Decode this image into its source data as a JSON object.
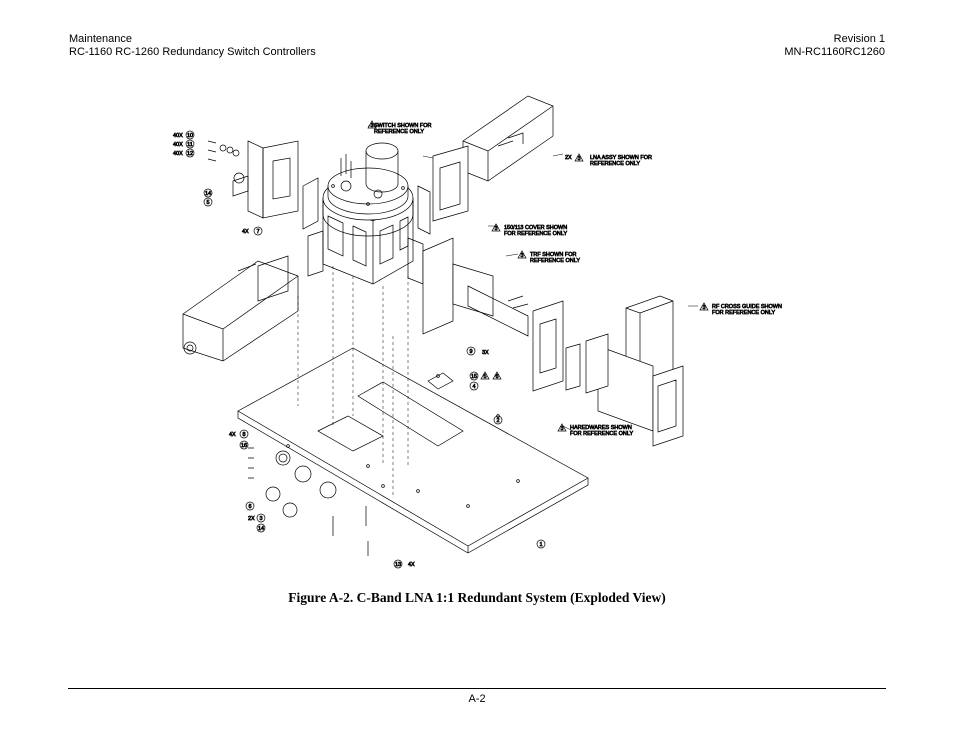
{
  "header": {
    "left_line1": "Maintenance",
    "left_line2": "RC-1160 RC-1260 Redundancy Switch Controllers",
    "right_line1": "Revision 1",
    "right_line2": "MN-RC1160RC1260"
  },
  "figure": {
    "callouts": {
      "switch": "SWITCH SHOWN FOR",
      "switch2": "REFERENCE ONLY",
      "lna": "LNA ASSY SHOWN FOR",
      "lna2": "REFERENCE ONLY",
      "cover": "150/113 COVER SHOWN",
      "cover2": "FOR REFERENCE ONLY",
      "trf": "TRF SHOWN FOR",
      "trf2": "REFERENCE ONLY",
      "rfcross": "RF CROSS GUIDE SHOWN",
      "rfcross2": "FOR REFERENCE ONLY",
      "hardware": "HAREDWARES SHOWN",
      "hardware2": "FOR REFERENCE ONLY"
    },
    "qty": {
      "q40a": "40X",
      "q40b": "40X",
      "q40c": "40X",
      "q4x7": "4X",
      "q2x3": "2X",
      "q3x": "3X",
      "q4x8": "4X",
      "q2x3b": "2X",
      "q4x13": "4X"
    },
    "balloons": {
      "b10": "10",
      "b11": "11",
      "b12": "12",
      "b14a": "14",
      "b5": "5",
      "b7": "7",
      "b3a": "3",
      "b3b": "3",
      "b3c": "3",
      "b3d": "3",
      "b3e": "3",
      "b3f": "3",
      "b3g": "3",
      "b9": "9",
      "b15": "15",
      "b5b": "5",
      "b6": "6",
      "b4": "4",
      "b2": "2",
      "b8": "8",
      "b16": "16",
      "b6b": "6",
      "b3h": "3",
      "b14b": "14",
      "b1": "1",
      "b13": "13"
    }
  },
  "caption": "Figure A-2. C-Band LNA 1:1 Redundant System (Exploded View)",
  "footer": {
    "page": "A-2"
  }
}
